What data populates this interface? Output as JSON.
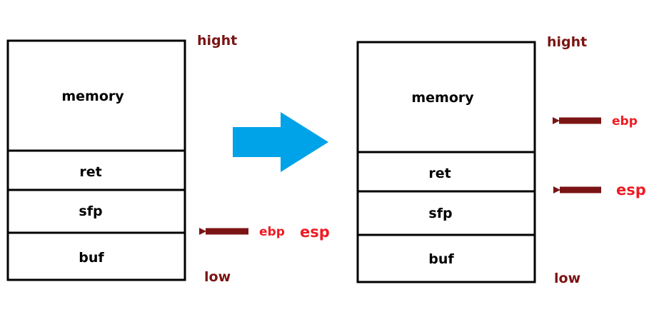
{
  "colors": {
    "box_stroke": "#000000",
    "range_label": "#7b1414",
    "pointer_arrow": "#7b1414",
    "pointer_label": "#ee1c24",
    "transition_arrow": "#00a2e8"
  },
  "before": {
    "cells": [
      "memory",
      "ret",
      "sfp",
      "buf"
    ],
    "high_label": "hight",
    "low_label": "low",
    "pointer": {
      "ebp_label": "ebp",
      "esp_label": "esp"
    }
  },
  "after": {
    "cells": [
      "memory",
      "ret",
      "sfp",
      "buf"
    ],
    "high_label": "hight",
    "low_label": "low",
    "pointers": [
      {
        "label": "ebp"
      },
      {
        "label": "esp"
      }
    ]
  },
  "transition_icon": "right-arrow-icon"
}
